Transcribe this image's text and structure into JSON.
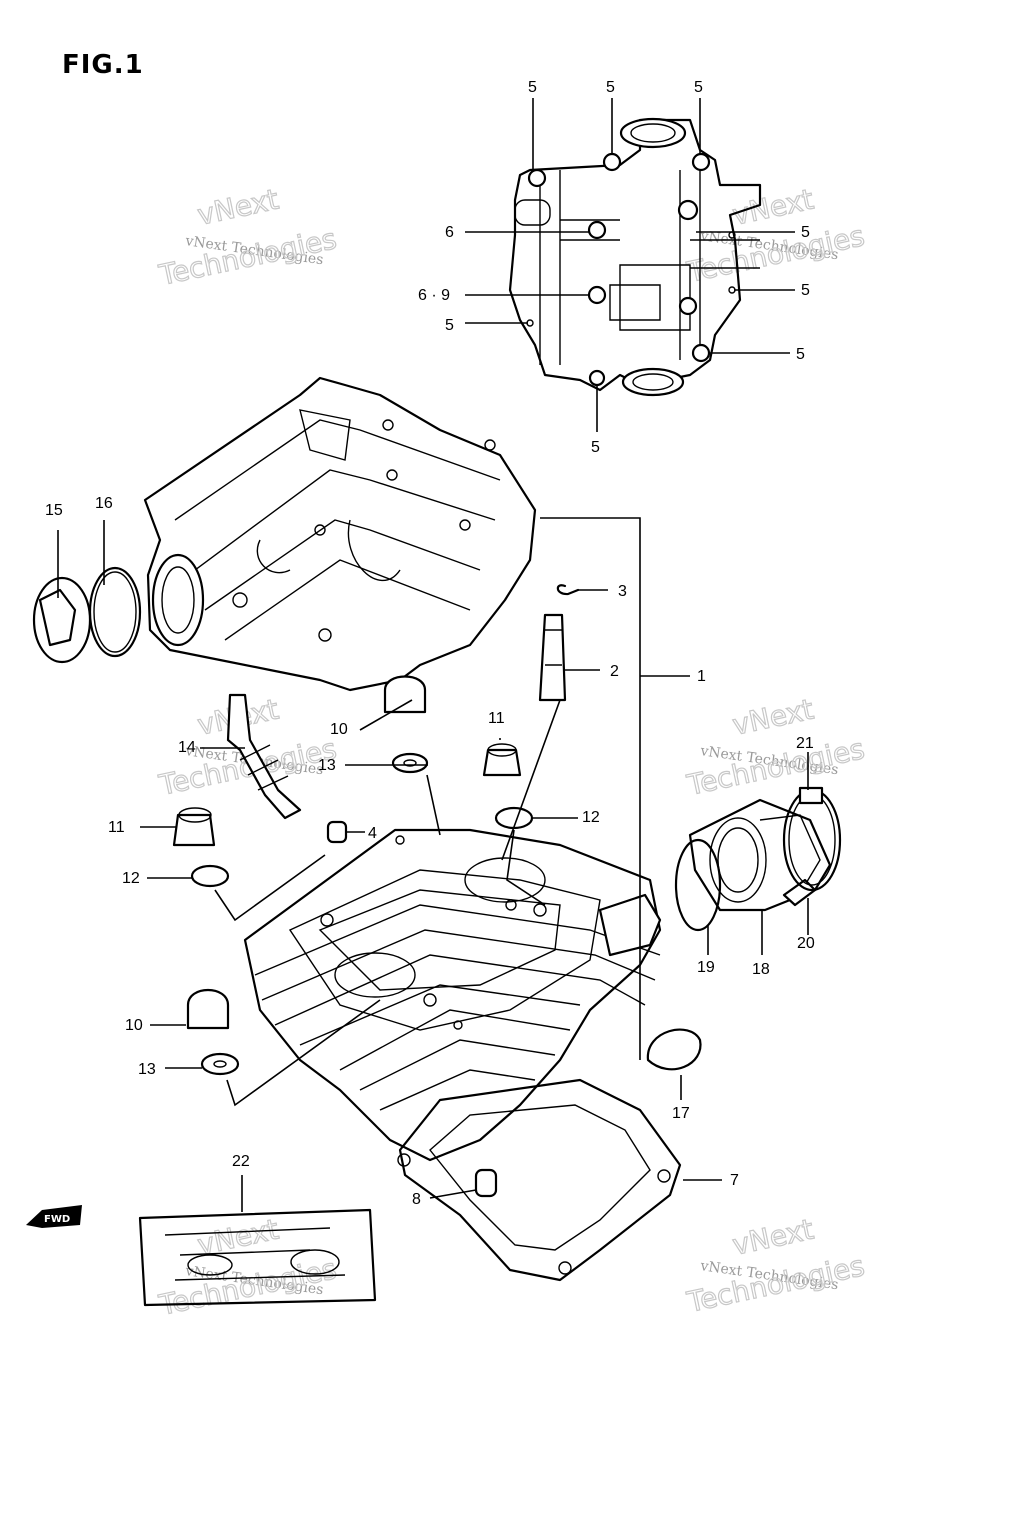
{
  "figure": {
    "title": "FIG.1",
    "fwd_marker": "FWD"
  },
  "watermark": {
    "line1": "vNext Technologies",
    "line2": "Technologies",
    "line3": "vNext"
  },
  "callouts": {
    "c1": "1",
    "c2": "2",
    "c3": "3",
    "c4": "4",
    "c5": "5",
    "c6": "6",
    "c6_9": "6 · 9",
    "c7": "7",
    "c8": "8",
    "c10": "10",
    "c11": "11",
    "c12": "12",
    "c13": "13",
    "c14": "14",
    "c15": "15",
    "c16": "16",
    "c17": "17",
    "c18": "18",
    "c19": "19",
    "c20": "20",
    "c21": "21",
    "c22": "22"
  }
}
